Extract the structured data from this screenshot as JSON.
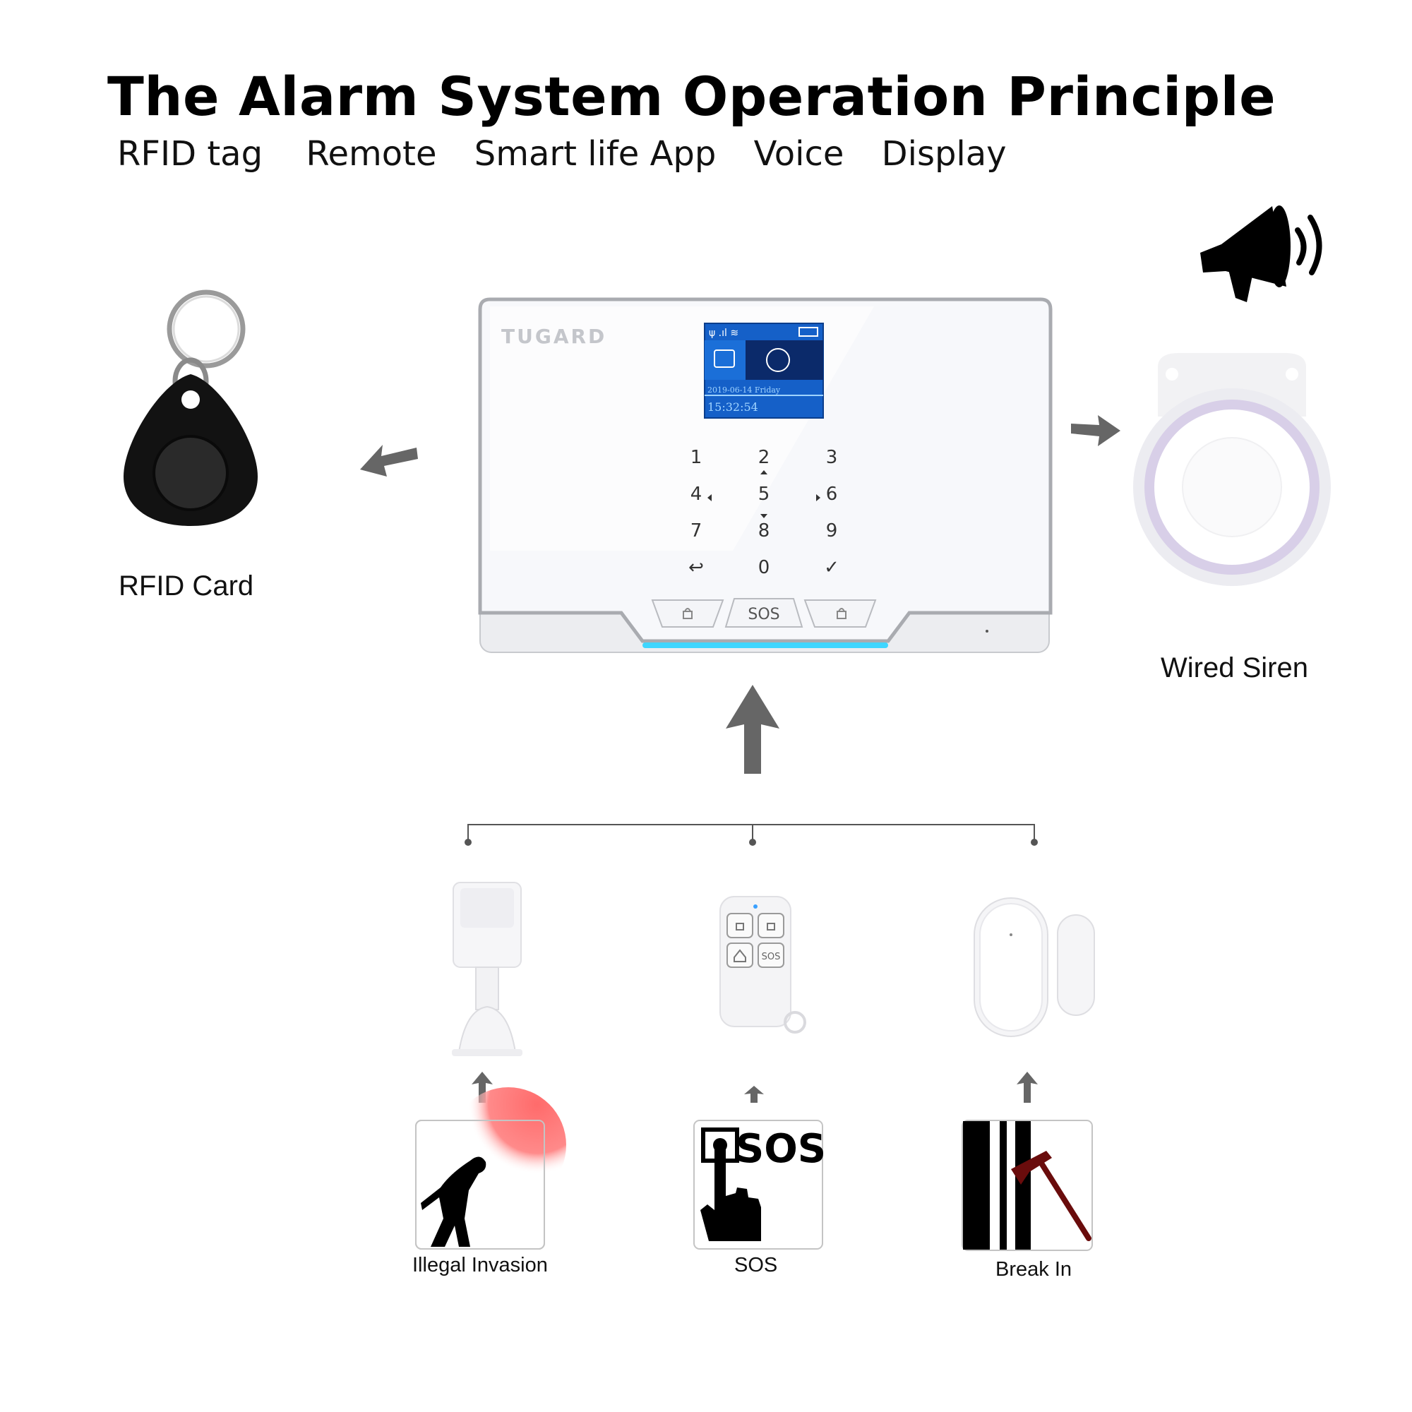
{
  "header": {
    "title": "The Alarm System Operation Principle",
    "features": [
      "RFID tag",
      "Remote",
      "Smart life App",
      "Voice",
      "Display"
    ]
  },
  "panel": {
    "brand": "TUGARD",
    "screen_date": "2019-06-14  Friday",
    "screen_time": "15:32:54",
    "keys": [
      "1",
      "2",
      "3",
      "4",
      "5",
      "6",
      "7",
      "8",
      "9",
      "↩",
      "0",
      "✓"
    ],
    "sos_label": "SOS"
  },
  "devices": {
    "rfid_label": "RFID Card",
    "siren_label": "Wired Siren",
    "remote_sos_label": "SOS"
  },
  "triggers": [
    {
      "label": "Illegal Invasion"
    },
    {
      "label": "SOS",
      "sign_text": "SOS"
    },
    {
      "label": "Break In"
    }
  ],
  "colors": {
    "arrow": "#666666",
    "screen_bg": "#1560c8",
    "led": "#3fd6ff",
    "alert": "#ff6b6b"
  }
}
